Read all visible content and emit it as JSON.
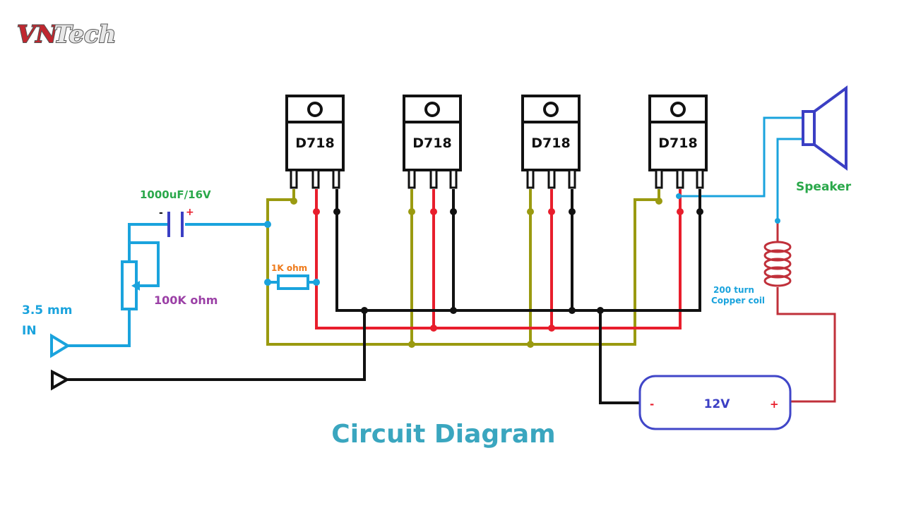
{
  "logo": {
    "part1": "VN",
    "part2": "Tech"
  },
  "title": "Circuit Diagram",
  "transistors": [
    {
      "label": "D718"
    },
    {
      "label": "D718"
    },
    {
      "label": "D718"
    },
    {
      "label": "D718"
    }
  ],
  "capacitor": {
    "label": "1000uF/16V",
    "neg": "-",
    "pos": "+"
  },
  "potentiometer": {
    "label": "100K ohm"
  },
  "resistor": {
    "label": "1K ohm"
  },
  "input": {
    "label_line1": "3.5 mm",
    "label_line2": "IN"
  },
  "speaker": {
    "label": "Speaker"
  },
  "coil": {
    "label_line1": "200 turn",
    "label_line2": "Copper coil"
  },
  "battery": {
    "label": "12V",
    "neg": "-",
    "pos": "+"
  },
  "colors": {
    "signal": "#1aa3dd",
    "base": "#9a9a10",
    "collector": "#e81e2c",
    "emitter": "#111111",
    "coil_wire": "#c0303a",
    "speaker": "#3b3fc4",
    "title": "#3aa6bf",
    "cap_label": "#2aa84a",
    "pot_label": "#9b40a6",
    "res_label": "#ee7a1a",
    "speaker_label": "#2aa84a",
    "battery_outline": "#4046c8",
    "logo_vn": "#c0262e",
    "logo_tech": "#e8e8e8"
  }
}
